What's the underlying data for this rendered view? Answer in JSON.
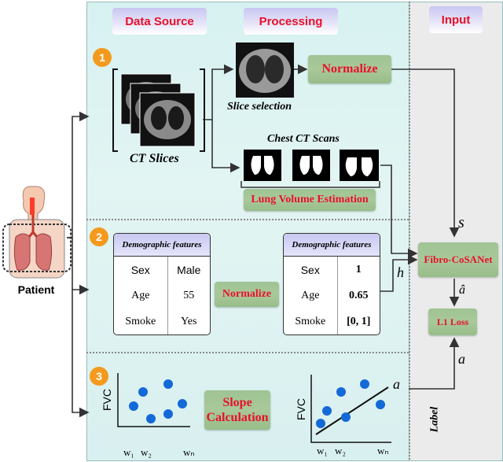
{
  "headers": {
    "data_source": "Data Source",
    "processing": "Processing",
    "input": "Input"
  },
  "steps": [
    "1",
    "2",
    "3"
  ],
  "patient_label": "Patient",
  "ct": {
    "slices_label": "CT Slices",
    "slice_selection": "Slice selection",
    "chest_ct_scans": "Chest CT Scans"
  },
  "buttons": {
    "normalize_1": "Normalize",
    "lung_volume": "Lung Volume Estimation",
    "normalize_2": "Normalize",
    "slope_line1": "Slope",
    "slope_line2": "Calculation",
    "model": "Fibro-CoSANet",
    "loss": "L1 Loss"
  },
  "demo_raw": {
    "title": "Demographic features",
    "rows": [
      [
        "Sex",
        "Male"
      ],
      [
        "Age",
        "55"
      ],
      [
        "Smoke",
        "Yes"
      ]
    ]
  },
  "demo_norm": {
    "title": "Demographic features",
    "rows": [
      [
        "Sex",
        "1"
      ],
      [
        "Age",
        "0.65"
      ],
      [
        "Smoke",
        "[0, 1]"
      ]
    ]
  },
  "plot": {
    "ylabel": "FVC",
    "x_ticks": [
      "w₁",
      "w₂",
      "wₙ"
    ],
    "fit_label": "a"
  },
  "symbols": {
    "s": "s",
    "h": "h",
    "a_hat": "â",
    "a": "a"
  },
  "side_label": "Label",
  "colors": {
    "accent_red": "#e8102a",
    "badge_orange": "#f39a1e",
    "dot_blue": "#1469d8"
  }
}
